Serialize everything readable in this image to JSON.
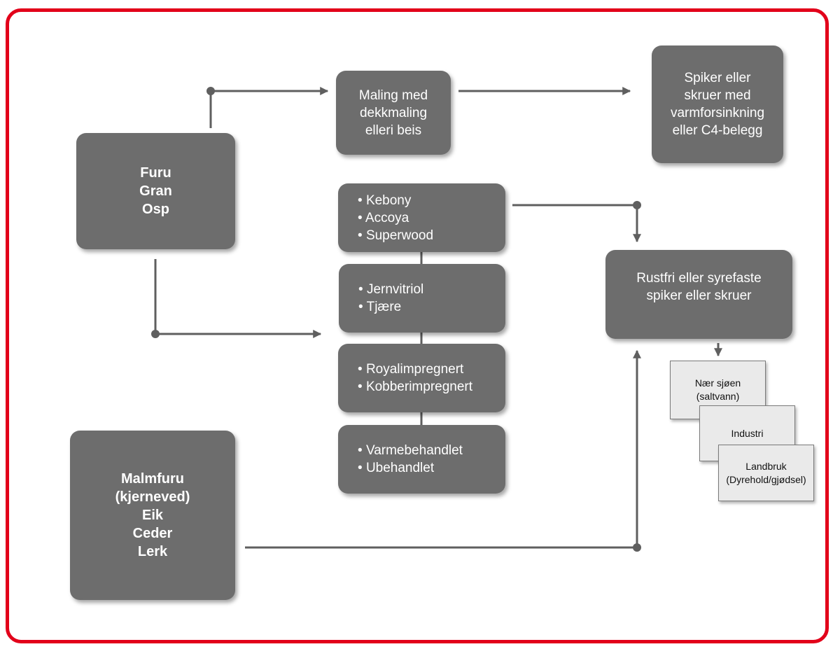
{
  "boxes": {
    "wood_soft": [
      "Furu",
      "Gran",
      "Osp"
    ],
    "wood_hard": [
      "Malmfuru",
      "(kjerneved)",
      "Eik",
      "Ceder",
      "Lerk"
    ],
    "paint": [
      "Maling med",
      "dekkmaling",
      "elleri beis"
    ],
    "nails_galv": [
      "Spiker eller",
      "skruer med",
      "varmforsinkning",
      "eller C4-belegg"
    ],
    "treated_1": [
      "Kebony",
      "Accoya",
      "Superwood"
    ],
    "treated_2": [
      "Jernvitriol",
      "Tjære"
    ],
    "treated_3": [
      "Royalimpregnert",
      "Kobberimpregnert"
    ],
    "treated_4": [
      "Varmebehandlet",
      "Ubehandlet"
    ],
    "nails_stainless": [
      "Rustfri eller syrefaste",
      "spiker eller skruer"
    ]
  },
  "environment_cards": [
    [
      "Nær sjøen",
      "(saltvann)"
    ],
    [
      "Industri"
    ],
    [
      "Landbruk",
      "(Dyrehold/gjødsel)"
    ]
  ],
  "colors": {
    "frame": "#e2001a",
    "box_fill": "#6d6d6d",
    "box_text": "#ffffff",
    "connector": "#5f5f5f",
    "card_fill": "#eaeaea"
  },
  "bullet": "•"
}
